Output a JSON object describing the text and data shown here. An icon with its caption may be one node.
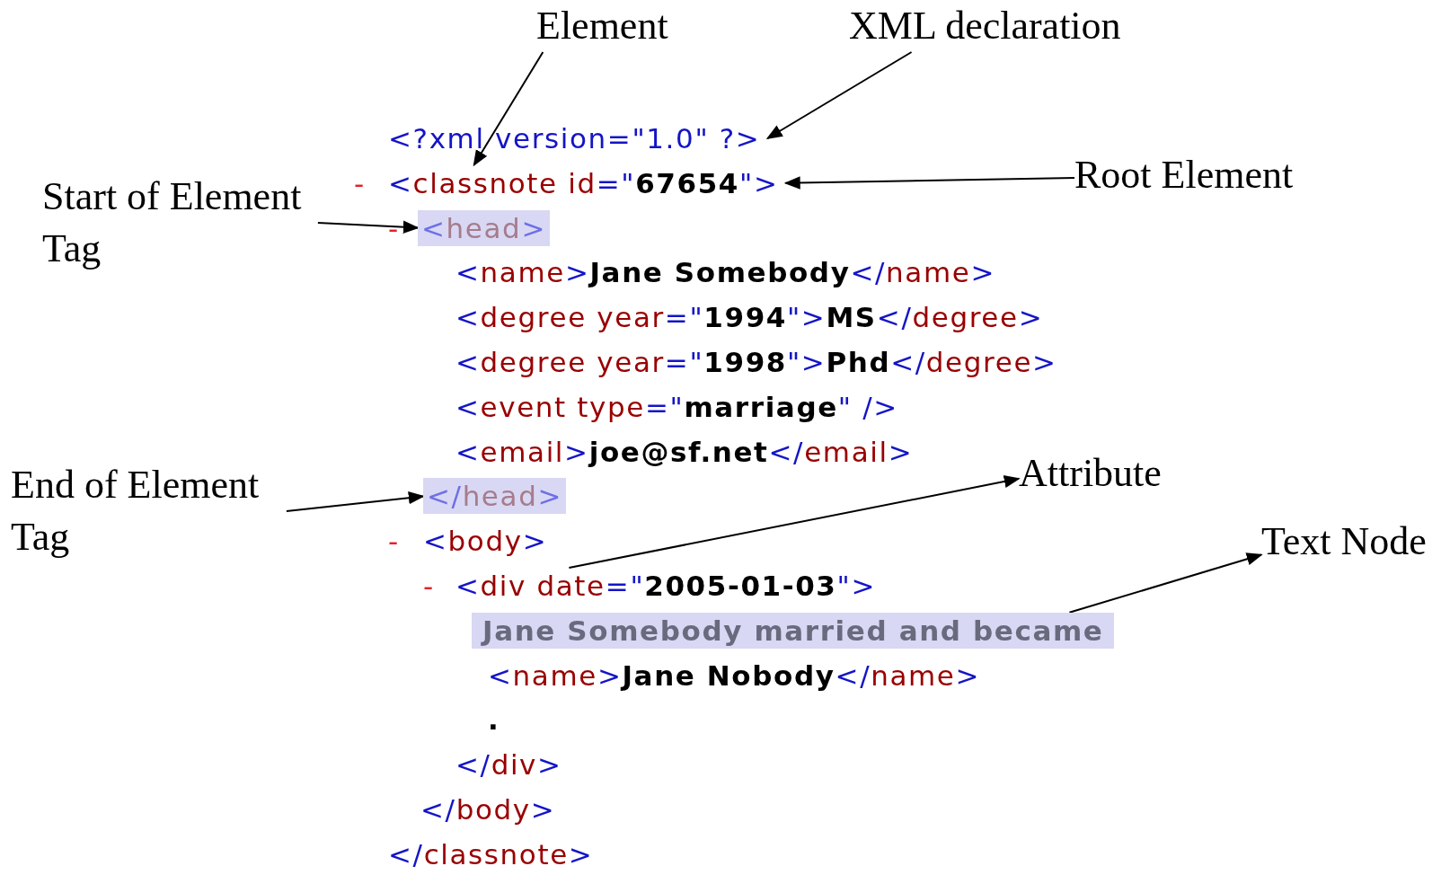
{
  "diagram": {
    "nodes": [
      {
        "text": [
          "Element"
        ]
      },
      {
        "text": [
          "XML declaration"
        ]
      },
      {
        "text": [
          "<?xml version=\"1.0\" ?>"
        ]
      },
      {
        "text": [
          "<classnote id=\"**67654**\">"
        ]
      },
      {
        "text": [
          "Root Element"
        ]
      },
      {
        "text": [
          "Start of Element Tag"
        ]
      },
      {
        "text": [
          "<head>"
        ]
      },
      {
        "text": [
          "End of Element Tag"
        ]
      },
      {
        "text": [
          "</head>"
        ]
      },
      {
        "text": [
          "Attribute"
        ]
      },
      {
        "text": [
          "Text Node"
        ]
      },
      {
        "text": [
          "<div date=\"**2005-01-03**\">"
        ]
      },
      {
        "text": [
          "Jane Somebody married and became"
        ]
      }
    ],
    "edges": [
      {
        "from": 0,
        "to": 3,
        "arrow": "to"
      },
      {
        "from": 1,
        "to": 2,
        "arrow": "to"
      },
      {
        "from": 4,
        "to": 3,
        "arrow": "to"
      },
      {
        "from": 5,
        "to": 6,
        "arrow": "to"
      },
      {
        "from": 7,
        "to": 8,
        "arrow": "to"
      },
      {
        "from": 11,
        "to": 9,
        "arrow": "to"
      },
      {
        "from": 12,
        "to": 10,
        "arrow": "to"
      }
    ],
    "labels": [
      "-",
      "-",
      "<name>**Jane Somebody**</name>",
      "<degree year=\"**1994**\">**MS**</degree>",
      "<degree year=\"**1998**\">**Phd**</degree>",
      "<event type=\"**marriage**\" />",
      "<email>**joe@sf.net**</email>",
      "-",
      "<body>",
      "-",
      "<name>**Jane Nobody**</name>",
      "**.**",
      "</div>",
      "</body>",
      "</classnote>"
    ]
  }
}
